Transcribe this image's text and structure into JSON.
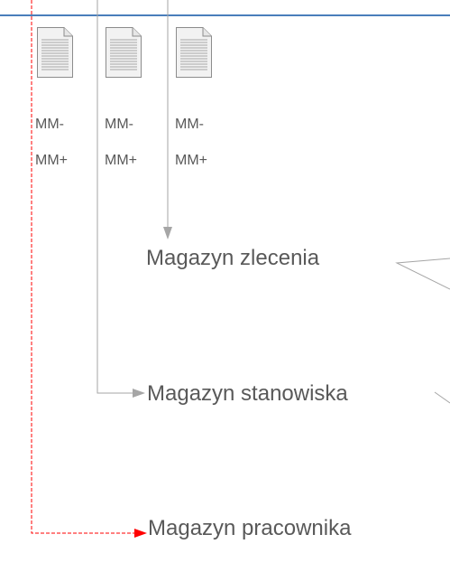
{
  "documents": [
    {
      "label_top": "MM-",
      "label_bottom": "MM+",
      "icon": "document-icon"
    },
    {
      "label_top": "MM-",
      "label_bottom": "MM+",
      "icon": "document-icon"
    },
    {
      "label_top": "MM-",
      "label_bottom": "MM+",
      "icon": "document-icon"
    }
  ],
  "warehouses": [
    {
      "label": "Magazyn zlecenia"
    },
    {
      "label": "Magazyn stanowiska"
    },
    {
      "label": "Magazyn pracownika"
    }
  ],
  "colors": {
    "top_line": "#4a7ebb",
    "connector": "#a6a6a6",
    "highlight": "#ff0000",
    "text": "#595959"
  }
}
